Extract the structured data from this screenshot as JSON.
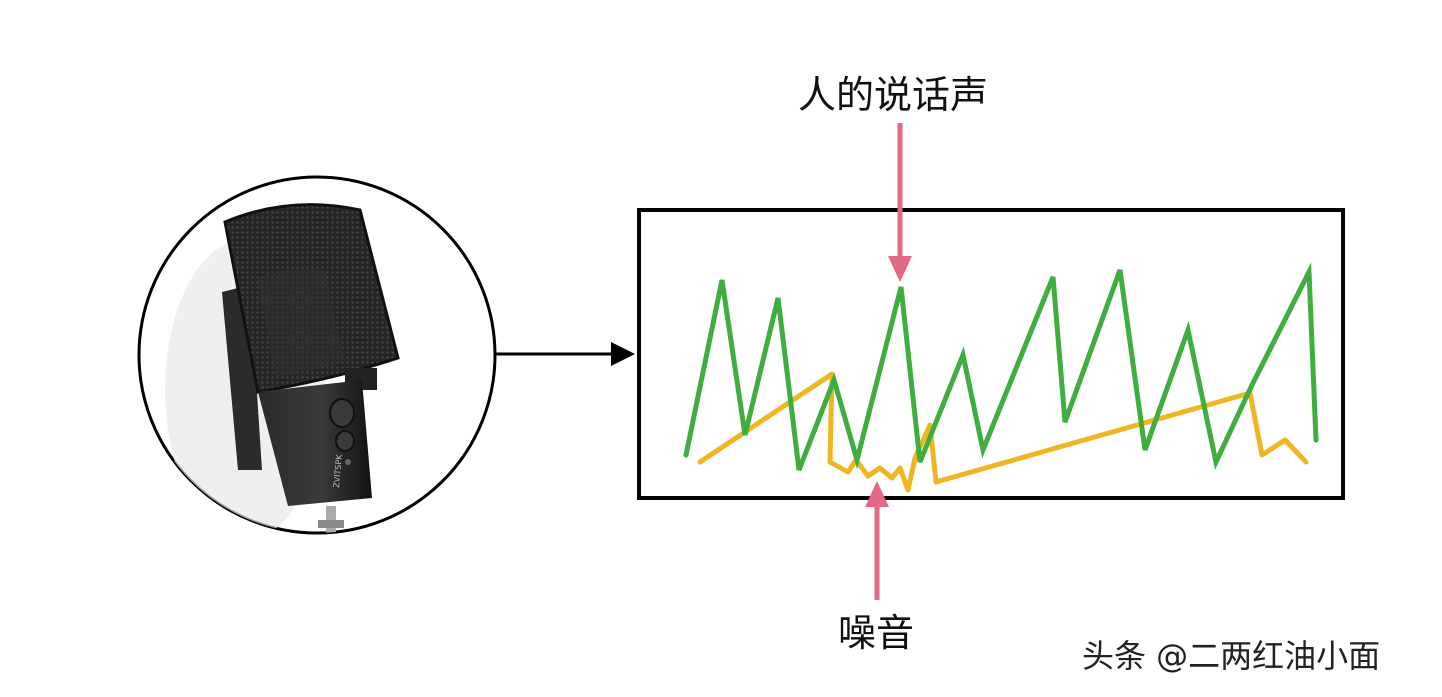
{
  "labels": {
    "voice": "人的说话声",
    "noise": "噪音"
  },
  "watermark": "头条 @二两红油小面",
  "microphone": {
    "brand_text": "ZVITSPK"
  },
  "colors": {
    "voice_wave": "#3fae3f",
    "noise_wave": "#f0b522",
    "pointer_arrow": "#e36787",
    "outline": "#000000",
    "mic_body": "#1c1c1c"
  },
  "icons": {
    "microphone": "microphone-icon"
  }
}
